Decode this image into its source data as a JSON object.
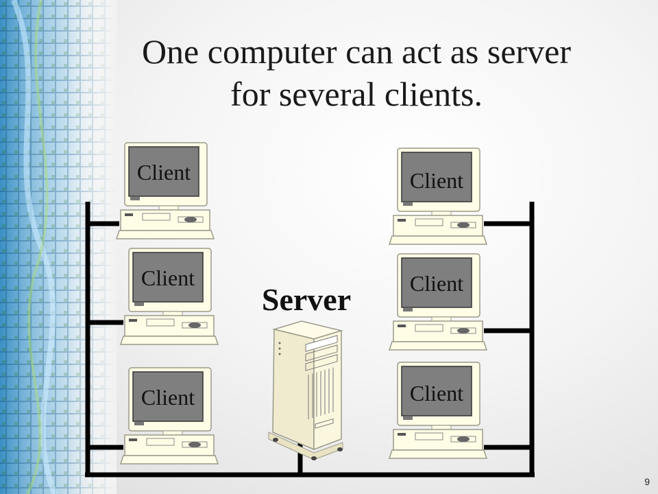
{
  "slide": {
    "title_line1": "One computer can act as server",
    "title_line2": "for several clients.",
    "page_number": "9"
  },
  "diagram": {
    "server_label": "Server",
    "clients": [
      {
        "label": "Client"
      },
      {
        "label": "Client"
      },
      {
        "label": "Client"
      },
      {
        "label": "Client"
      },
      {
        "label": "Client"
      },
      {
        "label": "Client"
      }
    ]
  },
  "colors": {
    "network_line": "#000000",
    "monitor_screen": "#7f7f7f",
    "computer_body": "#fffde6",
    "server_body": "#fbf7df",
    "side_accent": "#4da6d8"
  }
}
